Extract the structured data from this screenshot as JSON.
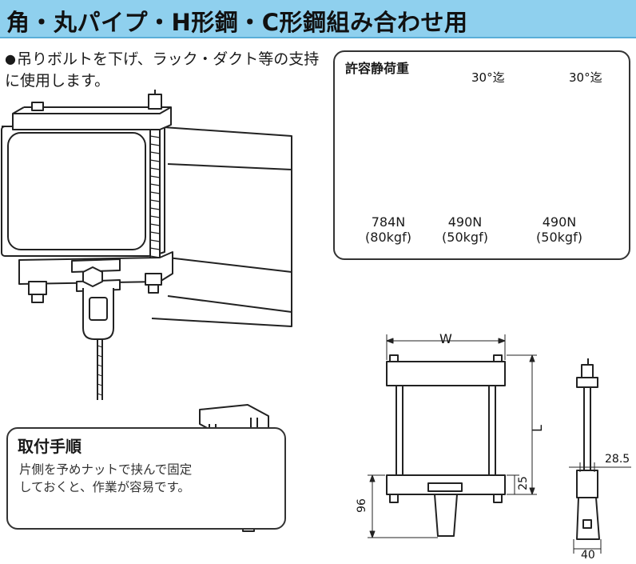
{
  "header": {
    "title": "角・丸パイプ・H形鋼・C形鋼組み合わせ用"
  },
  "lead": {
    "bullet": "●",
    "text": "吊りボルトを下げ、ラック・ダクト等の支持に使用します。"
  },
  "load_panel": {
    "title": "許容静荷重",
    "angle_label_1": "30°迄",
    "angle_label_2": "30°迄",
    "cases": [
      {
        "newton": "784N",
        "kgf": "(80kgf)"
      },
      {
        "newton": "490N",
        "kgf": "(50kgf)"
      },
      {
        "newton": "490N",
        "kgf": "(50kgf)"
      }
    ]
  },
  "procedure": {
    "title": "取付手順",
    "text": "片側を予めナットで挟んで固定しておくと、作業が容易です。"
  },
  "dimensions": {
    "width": "W",
    "length": "L",
    "d25": "25",
    "d96": "96",
    "d28_5": "28.5",
    "d40": "40"
  },
  "colors": {
    "title_bg": "#8fd0ee",
    "line": "#222222"
  }
}
